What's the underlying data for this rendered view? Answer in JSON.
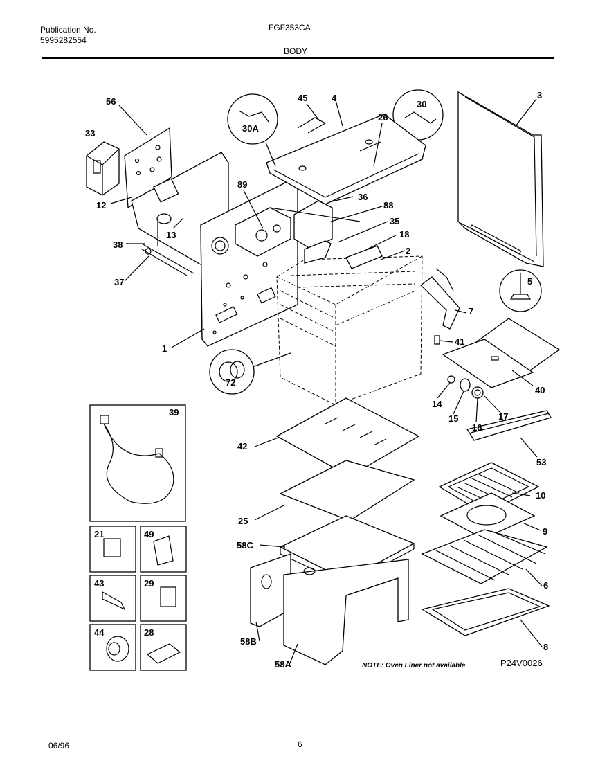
{
  "header": {
    "publication_label": "Publication No.",
    "publication_number": "5995282554",
    "model": "FGF353CA",
    "section": "BODY"
  },
  "footer": {
    "date": "06/96",
    "page": "6"
  },
  "diagram": {
    "labels": {
      "p56": "56",
      "p33": "33",
      "p12": "12",
      "p38": "38",
      "p13": "13",
      "p37": "37",
      "p1": "1",
      "p72": "72",
      "p89": "89",
      "p30a": "30A",
      "p45": "45",
      "p4": "4",
      "p26": "26",
      "p30": "30",
      "p3": "3",
      "p36": "36",
      "p88": "88",
      "p35": "35",
      "p18": "18",
      "p2": "2",
      "p5": "5",
      "p7": "7",
      "p41": "41",
      "p40": "40",
      "p14": "14",
      "p15": "15",
      "p16": "16",
      "p17": "17",
      "p53": "53",
      "p42": "42",
      "p39": "39",
      "p10": "10",
      "p25": "25",
      "p9": "9",
      "p58c": "58C",
      "p6": "6",
      "p58b": "58B",
      "p8": "8",
      "p58a": "58A",
      "p21": "21",
      "p49": "49",
      "p43": "43",
      "p29": "29",
      "p44": "44",
      "p28": "28"
    },
    "note": "NOTE: Oven Liner not available",
    "drawing_code": "P24V0026"
  }
}
